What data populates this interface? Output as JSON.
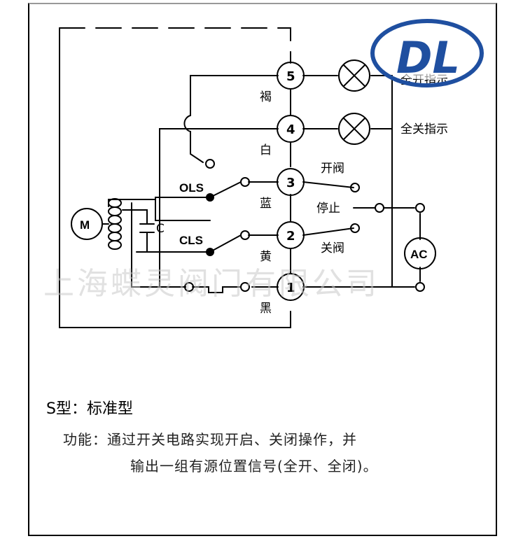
{
  "diagram": {
    "terminals": [
      "5",
      "4",
      "3",
      "2",
      "1"
    ],
    "wire_colors": {
      "t5": "褐",
      "t4": "白",
      "t3": "蓝",
      "t2": "黄",
      "t1": "黑"
    },
    "right_labels": {
      "full_open_indicator": "全开指示",
      "full_close_indicator": "全关指示",
      "open_valve": "开阀",
      "stop": "停止",
      "close_valve": "关阀"
    },
    "motor_label": "M",
    "ac_label": "AC",
    "capacitor_label": "C",
    "ols_label": "OLS",
    "cls_label": "CLS"
  },
  "watermark": "上海蝶灵阀门有限公司",
  "logo_text": "DL",
  "caption": {
    "title": "S型：标准型",
    "line1": "功能：通过开关电路实现开启、关闭操作，并",
    "line2": "输出一组有源位置信号(全开、全闭)。"
  },
  "colors": {
    "line": "#000000",
    "logo_blue": "#1f4fa0",
    "watermark": "#c9c9c9"
  }
}
